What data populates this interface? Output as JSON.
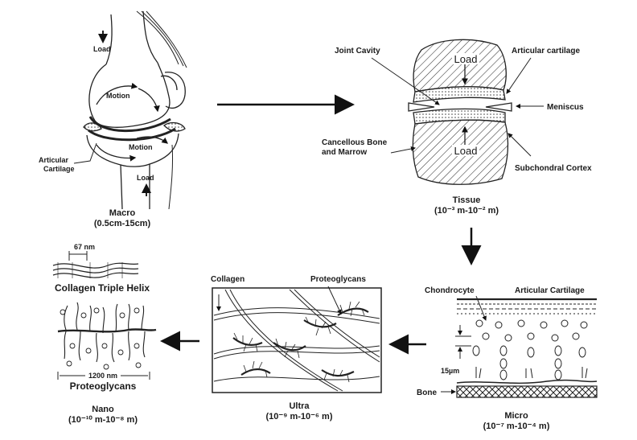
{
  "macro": {
    "load_top": "Load",
    "motion_top": "Motion",
    "motion_bottom": "Motion",
    "articular_cartilage_line1": "Articular",
    "articular_cartilage_line2": "Cartilage",
    "load_bottom": "Load",
    "title": "Macro",
    "scale": "(0.5cm-15cm)"
  },
  "tissue": {
    "joint_cavity": "Joint Cavity",
    "articular_cartilage": "Articular cartilage",
    "meniscus": "Meniscus",
    "cancellous_line1": "Cancellous Bone",
    "cancellous_line2": "and Marrow",
    "subchondral": "Subchondral Cortex",
    "load_top": "Load",
    "load_bottom": "Load",
    "title": "Tissue",
    "scale": "(10⁻³ m-10⁻² m)"
  },
  "micro": {
    "chondrocyte": "Chondrocyte",
    "articular_cartilage": "Articular Cartilage",
    "scale_bar": "15µm",
    "bone": "Bone",
    "title": "Micro",
    "scale": "(10⁻⁷ m-10⁻⁴ m)"
  },
  "ultra": {
    "collagen": "Collagen",
    "proteoglycans": "Proteoglycans",
    "title": "Ultra",
    "scale": "(10⁻⁹ m-10⁻⁶ m)"
  },
  "nano": {
    "spacing": "67 nm",
    "helix_label": "Collagen Triple Helix",
    "length": "1200 nm",
    "proteoglycans": "Proteoglycans",
    "title": "Nano",
    "scale": "(10⁻¹⁰ m-10⁻⁸ m)"
  }
}
